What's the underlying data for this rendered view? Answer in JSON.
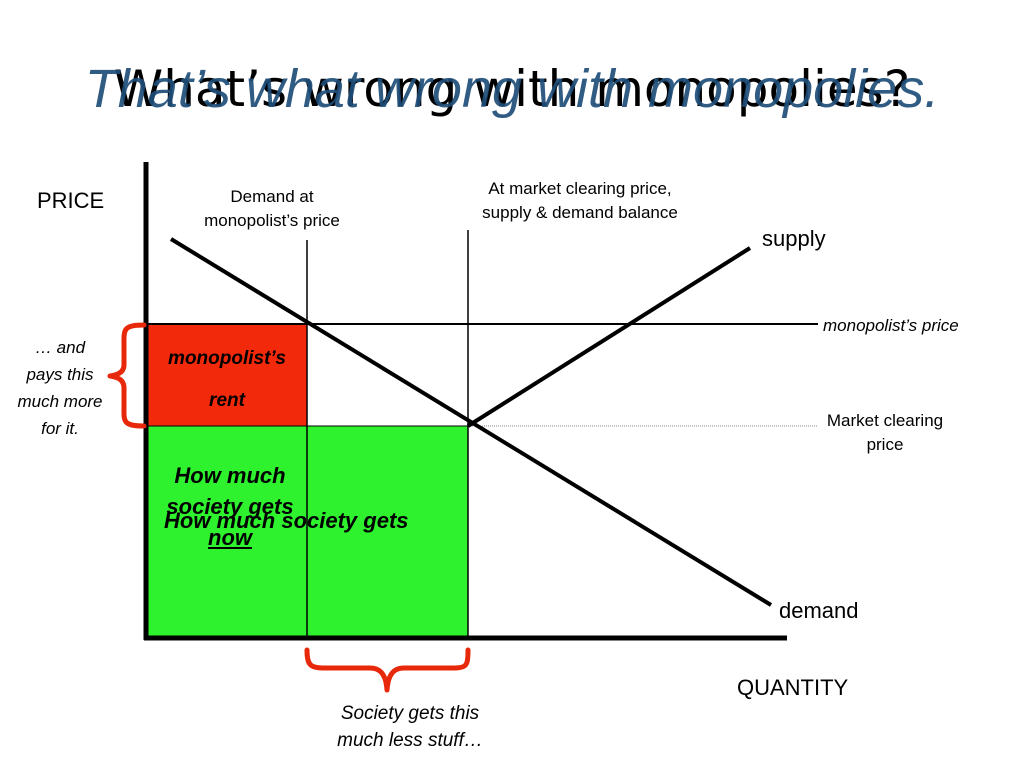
{
  "slide": {
    "title": "What’s wrong with monopolies?",
    "title_overlay": "That’s what wrong with monopolies."
  },
  "axes": {
    "y_label": "PRICE",
    "x_label": "QUANTITY"
  },
  "curves": {
    "supply_label": "supply",
    "demand_label": "demand"
  },
  "annotations": {
    "demand_at_monopolist_price": "Demand at\nmonopolist’s price",
    "market_clearing_note": "At market clearing price,\nsupply & demand balance",
    "monopolist_price": "monopolist’s price",
    "market_clearing_price": "Market clearing\nprice",
    "pays_more": "… and\npays this\nmuch more\nfor it.",
    "less_stuff": "Society gets this\nmuch less stuff…"
  },
  "regions": {
    "rent_label": "monopolist’s\nrent",
    "society_now": "How much\nsociety gets\nnow",
    "society_gets": "How much society gets"
  },
  "colors": {
    "rent_fill": "#f22a0b",
    "society_fill": "#2df22d",
    "brace": "#e8280a",
    "overlay_title": "#1f4e79"
  }
}
